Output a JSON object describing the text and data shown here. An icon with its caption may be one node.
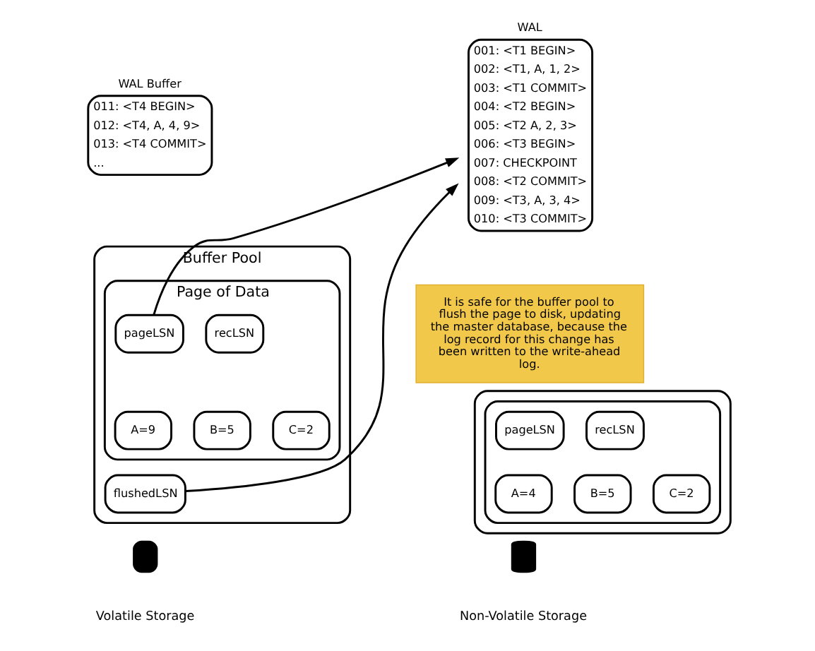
{
  "diagram": {
    "nodes": [
      {
        "text": [
          "WAL Buffer",
          "011: <T4 BEGIN>",
          "012: <T4, A, 4, 9>",
          "013: <T4 COMMIT>",
          "..."
        ]
      },
      {
        "text": [
          "Buffer Pool"
        ]
      },
      {
        "text": [
          "Page of Data"
        ],
        "in": 1
      },
      {
        "text": [
          "pageLSN"
        ],
        "in": 2
      },
      {
        "text": [
          "recLSN"
        ],
        "in": 2
      },
      {
        "text": [
          "A=9"
        ],
        "in": 2
      },
      {
        "text": [
          "B=5"
        ],
        "in": 2
      },
      {
        "text": [
          "C=2"
        ],
        "in": 2
      },
      {
        "text": [
          "flushedLSN"
        ],
        "in": 1
      },
      {
        "text": [
          "WAL",
          "001: <T1 BEGIN>",
          "002: <T1, A, 1, 2>",
          "003: <T1 COMMIT>",
          "004: <T2 BEGIN>",
          "005: <T2 A, 2, 3>",
          "006: <T3 BEGIN>",
          "007: CHECKPOINT",
          "008: <T2 COMMIT>",
          "009: <T3, A, 3, 4>",
          "010: <T3 COMMIT>"
        ]
      },
      {
        "text": [
          "It is safe for the buffer pool to flush the page to disk, updating the master database, because the log record for this change has been written to the write-ahead log."
        ]
      },
      {
        "text": [],
        "shape": "box"
      },
      {
        "text": [],
        "shape": "box",
        "in": 11
      },
      {
        "text": [
          "pageLSN"
        ],
        "in": 12
      },
      {
        "text": [
          "recLSN"
        ],
        "in": 12
      },
      {
        "text": [
          "A=4"
        ],
        "in": 12
      },
      {
        "text": [
          "B=5"
        ],
        "in": 12
      },
      {
        "text": [
          "C=2"
        ],
        "in": 12
      },
      {
        "text": [],
        "shape": "box"
      },
      {
        "text": [],
        "shape": "cylinder"
      }
    ],
    "edges": [
      {
        "from": 3,
        "to": 9,
        "arrow": "to"
      },
      {
        "from": 8,
        "to": 9,
        "arrow": "to"
      }
    ],
    "labels": [
      "Volatile Storage",
      "Non-Volatile Storage"
    ]
  }
}
